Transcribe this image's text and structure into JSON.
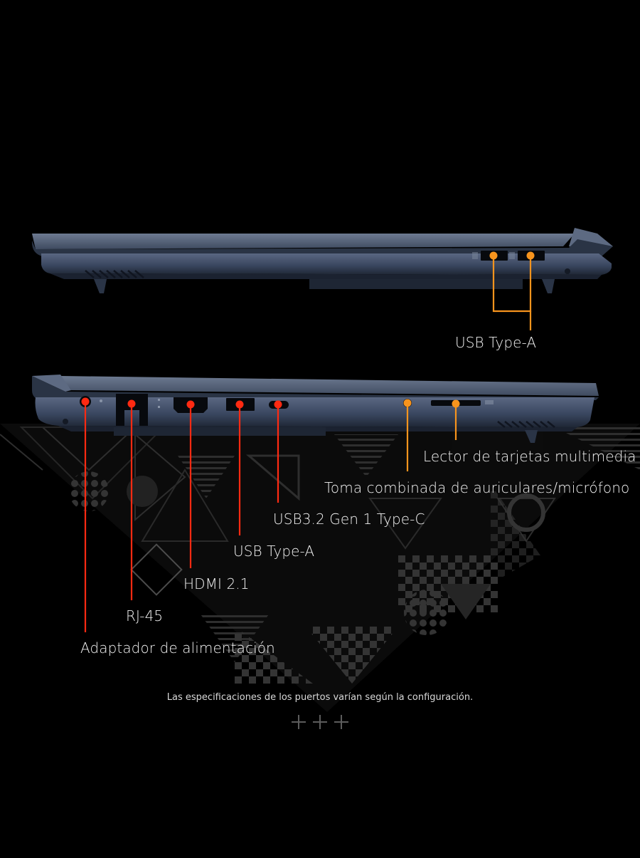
{
  "colors": {
    "background": "#000000",
    "chassis": "#3c4a61",
    "chassis_dark": "#222b39",
    "lid": "#56637a",
    "port_slot": "#07090d",
    "callout_orange": "#f7941d",
    "callout_red": "#ff2a12",
    "pattern": "#2e2e2e",
    "text": "#f2f2f2"
  },
  "right_side": {
    "callouts": [
      {
        "label": "USB Type-A",
        "color": "orange"
      }
    ]
  },
  "left_side": {
    "callouts": [
      {
        "label": "Lector de tarjetas multimedia",
        "color": "orange"
      },
      {
        "label": "Toma combinada de auriculares/micrófono",
        "color": "orange"
      },
      {
        "label": "USB3.2 Gen 1 Type-C",
        "color": "red"
      },
      {
        "label": "USB Type-A",
        "color": "red"
      },
      {
        "label": "HDMI 2.1",
        "color": "red"
      },
      {
        "label": "RJ-45",
        "color": "red"
      },
      {
        "label": "Adaptador de alimentación",
        "color": "red"
      }
    ]
  },
  "footnote": "Las especificaciones de los puertos varían según la configuración."
}
